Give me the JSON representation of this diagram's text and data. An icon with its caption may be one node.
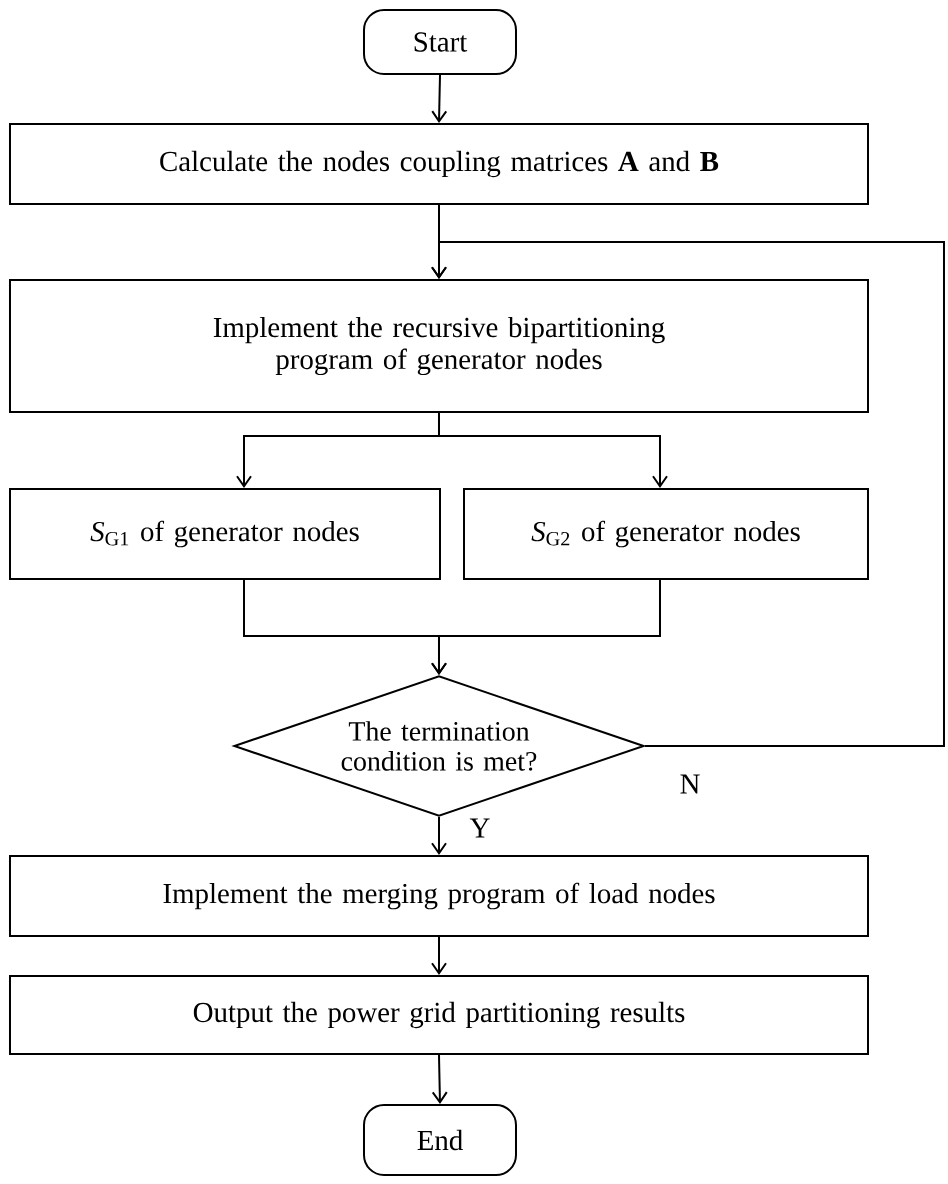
{
  "diagram": {
    "nodes": [
      {
        "text": [
          "Start"
        ]
      },
      {
        "text": [
          "Calculate the nodes coupling matrices **A** and **B**"
        ]
      },
      {
        "text": [
          "Implement the recursive bipartitioning program of generator nodes"
        ]
      },
      {
        "text": [
          "*S*$_{G1}$ of generator nodes"
        ]
      },
      {
        "text": [
          "*S*$_{G2}$ of generator nodes"
        ]
      },
      {
        "text": [
          "The termination condition is met?"
        ]
      },
      {
        "text": [
          "Implement the merging program of load nodes"
        ]
      },
      {
        "text": [
          "Output the power grid partitioning results"
        ]
      },
      {
        "text": [
          "End"
        ]
      }
    ],
    "edges": [
      {
        "from": 0,
        "to": 1,
        "arrow": "to"
      },
      {
        "from": 1,
        "to": 2,
        "arrow": "to"
      },
      {
        "from": 2,
        "to": 3,
        "arrow": "to"
      },
      {
        "from": 2,
        "to": 4,
        "arrow": "to"
      },
      {
        "from": 3,
        "to": 5,
        "arrow": "to"
      },
      {
        "from": 4,
        "to": 5,
        "arrow": "to"
      },
      {
        "from": 5,
        "to": 2,
        "arrow": "to",
        "label": "N"
      },
      {
        "from": 5,
        "to": 6,
        "arrow": "to",
        "label": "Y"
      },
      {
        "from": 6,
        "to": 7,
        "arrow": "to"
      },
      {
        "from": 7,
        "to": 8,
        "arrow": "to"
      }
    ]
  }
}
